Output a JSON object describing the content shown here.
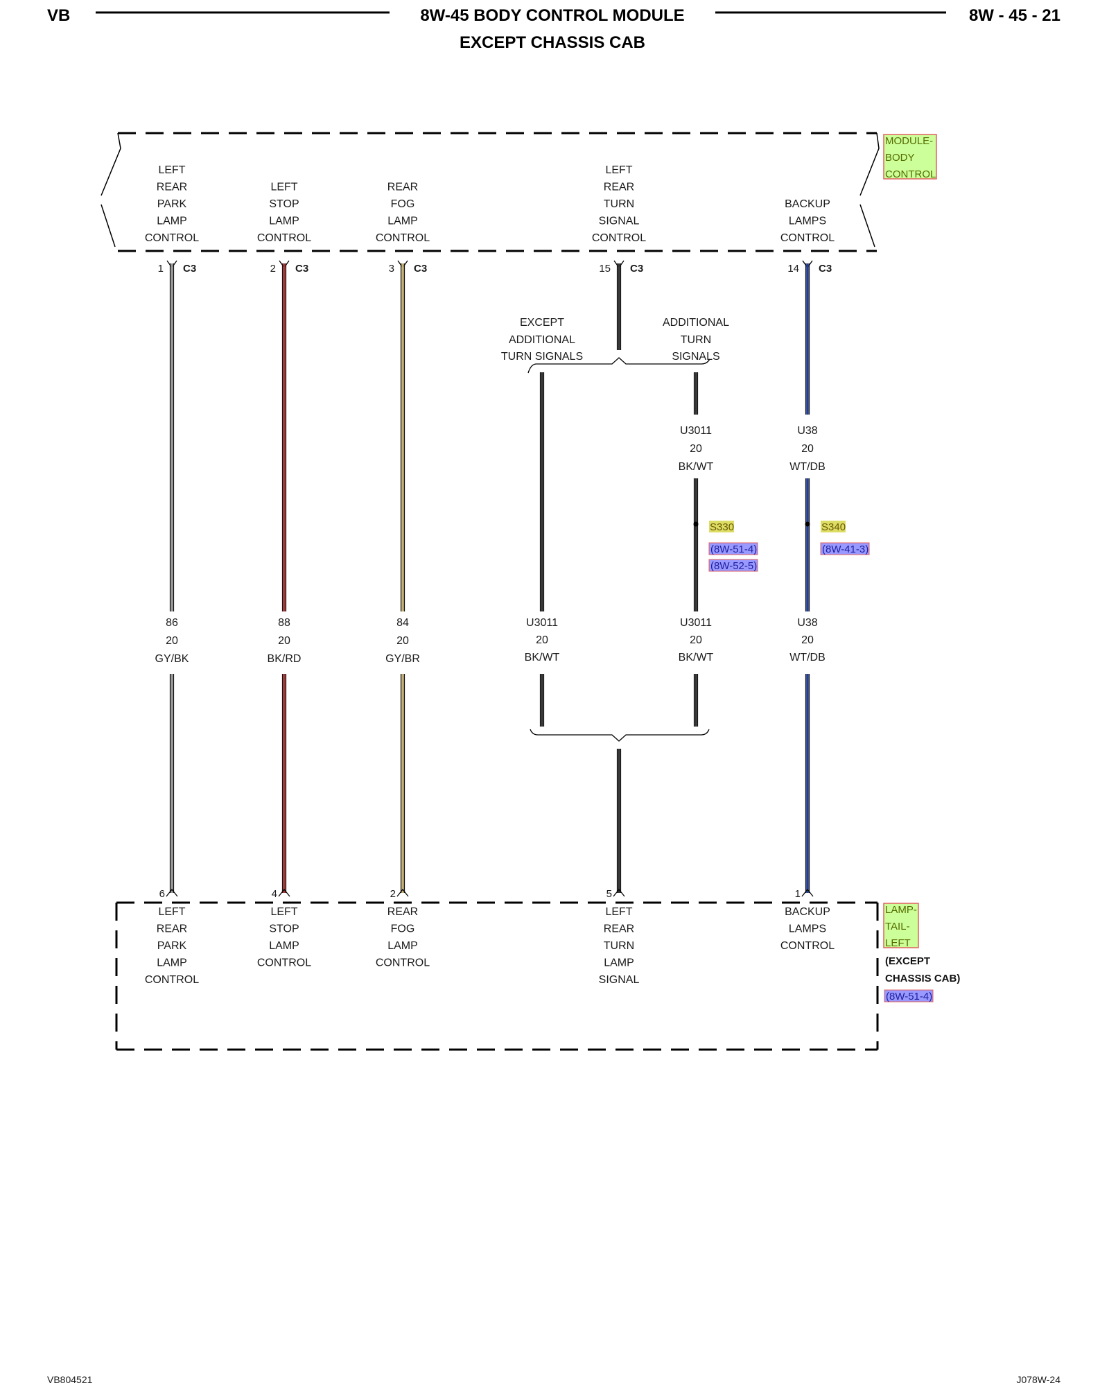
{
  "header": {
    "left": "VB",
    "title_line1": "8W-45 BODY CONTROL MODULE",
    "title_line2": "EXCEPT CHASSIS CAB",
    "right": "8W - 45 - 21"
  },
  "footer": {
    "left": "VB804521",
    "right": "J078W-24"
  },
  "colors": {
    "GY/BK": "#9a9a9a",
    "BK/RD": "#b03030",
    "GY/BR": "#c8b070",
    "BK/WT": "#333333",
    "WT/DB": "#1f3f9f",
    "component_tag": "#ccff99",
    "splice_tag": "#dddd66",
    "ref_tag": "#9999ff"
  },
  "top_component": {
    "tag": [
      "MODULE-",
      "BODY",
      "CONTROL"
    ],
    "connector": "C3",
    "functions": [
      {
        "lines": [
          "LEFT",
          "REAR",
          "PARK",
          "LAMP",
          "CONTROL"
        ],
        "pin": "1"
      },
      {
        "lines": [
          "LEFT",
          "STOP",
          "LAMP",
          "CONTROL"
        ],
        "pin": "2"
      },
      {
        "lines": [
          "REAR",
          "FOG",
          "LAMP",
          "CONTROL"
        ],
        "pin": "3"
      },
      {
        "lines": [
          "LEFT",
          "REAR",
          "TURN",
          "SIGNAL",
          "CONTROL"
        ],
        "pin": "15"
      },
      {
        "lines": [
          "BACKUP",
          "LAMPS",
          "CONTROL"
        ],
        "pin": "14"
      }
    ]
  },
  "branch": {
    "left": [
      "EXCEPT",
      "ADDITIONAL",
      "TURN SIGNALS"
    ],
    "right": [
      "ADDITIONAL",
      "TURN",
      "SIGNALS"
    ]
  },
  "upper_wires": [
    {
      "circuit": "U3011",
      "gauge": "20",
      "color": "BK/WT"
    },
    {
      "circuit": "U38",
      "gauge": "20",
      "color": "WT/DB"
    }
  ],
  "splices": [
    {
      "id": "S330",
      "refs": [
        "(8W-51-4)",
        "(8W-52-5)"
      ]
    },
    {
      "id": "S340",
      "refs": [
        "(8W-41-3)"
      ]
    }
  ],
  "wires": [
    {
      "circuit": "86",
      "gauge": "20",
      "color": "GY/BK"
    },
    {
      "circuit": "88",
      "gauge": "20",
      "color": "BK/RD"
    },
    {
      "circuit": "84",
      "gauge": "20",
      "color": "GY/BR"
    },
    {
      "circuit": "U3011",
      "gauge": "20",
      "color": "BK/WT"
    },
    {
      "circuit": "U3011",
      "gauge": "20",
      "color": "BK/WT"
    },
    {
      "circuit": "U38",
      "gauge": "20",
      "color": "WT/DB"
    }
  ],
  "bottom_component": {
    "tag": [
      "LAMP-",
      "TAIL-",
      "LEFT"
    ],
    "note": [
      "(EXCEPT",
      "CHASSIS CAB)"
    ],
    "ref": "(8W-51-4)",
    "functions": [
      {
        "lines": [
          "LEFT",
          "REAR",
          "PARK",
          "LAMP",
          "CONTROL"
        ],
        "pin": "6"
      },
      {
        "lines": [
          "LEFT",
          "STOP",
          "LAMP",
          "CONTROL"
        ],
        "pin": "4"
      },
      {
        "lines": [
          "REAR",
          "FOG",
          "LAMP",
          "CONTROL"
        ],
        "pin": "2"
      },
      {
        "lines": [
          "LEFT",
          "REAR",
          "TURN",
          "LAMP",
          "SIGNAL"
        ],
        "pin": "5"
      },
      {
        "lines": [
          "BACKUP",
          "LAMPS",
          "CONTROL"
        ],
        "pin": "1"
      }
    ]
  }
}
